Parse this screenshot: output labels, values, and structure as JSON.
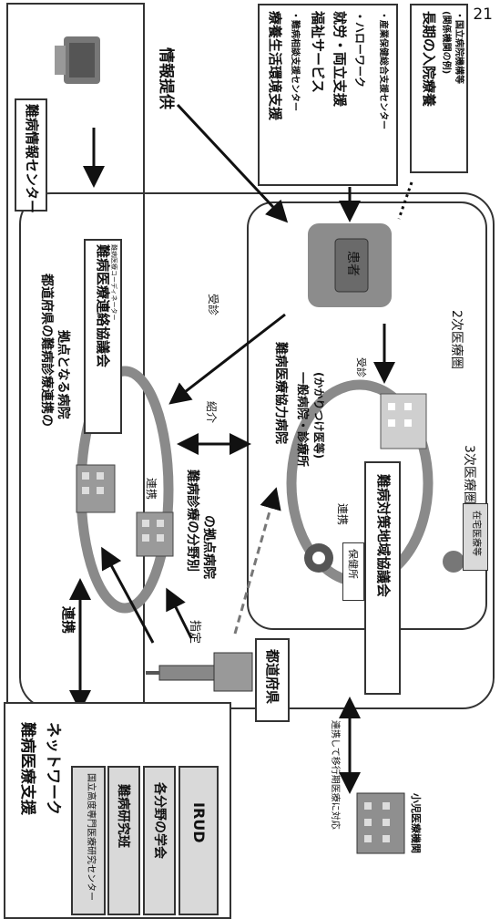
{
  "page_number": "21",
  "national_center": "難病情報センター",
  "info_provision": "情報提供",
  "support_services": {
    "title": "療養生活環境支援",
    "items": [
      "・難病相談支援センター",
      "福祉サービス",
      "就労・両立支援",
      "・ハローワーク",
      "・産業保健総合支援センター"
    ]
  },
  "long_term": {
    "title": "長期の入院療養",
    "items": [
      "(関係機関の例)",
      "・国立病院機構等"
    ]
  },
  "network": {
    "title_line1": "難病医療支援",
    "title_line2": "ネットワーク",
    "members": [
      "国立高度専門医療研究センター",
      "難病研究班",
      "各分野の学会",
      "IRUD"
    ]
  },
  "cooperation": "連携",
  "prefecture_hub": {
    "line1": "都道府県の難病診療連携の",
    "line2": "拠点となる病院"
  },
  "council": {
    "title": "難病医療連絡協議会",
    "sub": "難病医療コーディネーター"
  },
  "consult": "受診",
  "referral": "紹介",
  "link": "連携",
  "specialty_hospital": {
    "line1": "難病診療の分野別",
    "line2": "の拠点病院"
  },
  "designation": "指定",
  "prefecture": "都道府県",
  "cooperating_hospital": "難病医療協力病院",
  "general_clinic": {
    "line1": "一般病院・診療所",
    "line2": "(かかりつけ医等)"
  },
  "consult2": "受診",
  "patient": "患者",
  "secondary_area": "2次医療圏",
  "tertiary_area": "3次医療圏",
  "health_center": "保健所",
  "link2": "連携",
  "regional_council": "難病対策地域協議会",
  "home_care": "在宅医療等",
  "pediatric_link": "連携して移行期医療に対応",
  "pediatric": "小児医療機関"
}
